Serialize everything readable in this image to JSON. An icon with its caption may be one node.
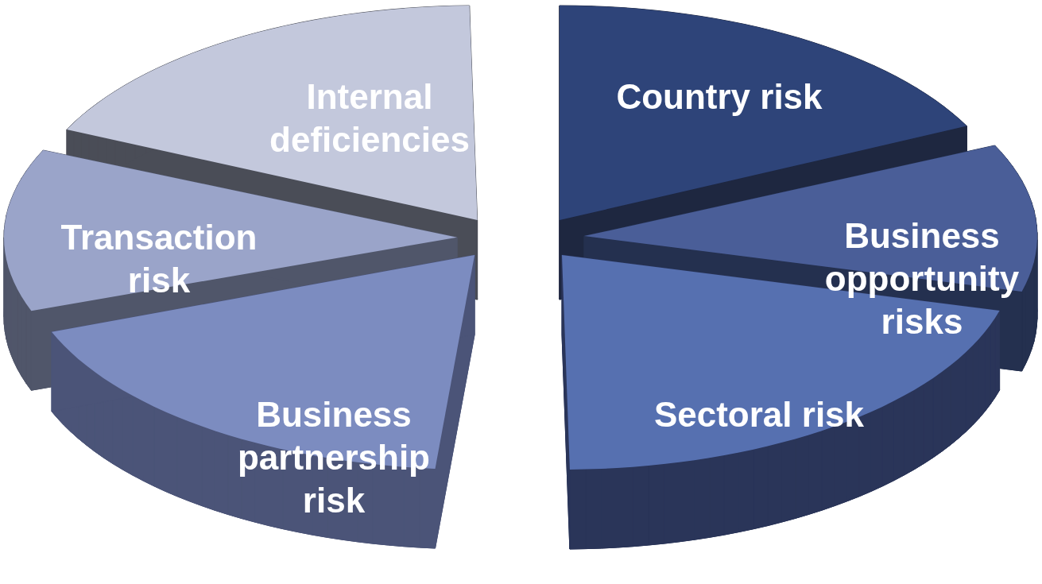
{
  "diagram": {
    "nodes": [
      {
        "text": [
          "Internal deficiencies"
        ]
      },
      {
        "text": [
          "Country risk"
        ]
      },
      {
        "text": [
          "Transaction risk"
        ]
      },
      {
        "text": [
          "Business opportunity risks"
        ]
      },
      {
        "text": [
          "Business partnership risk"
        ]
      },
      {
        "text": [
          "Sectoral risk"
        ]
      }
    ]
  }
}
